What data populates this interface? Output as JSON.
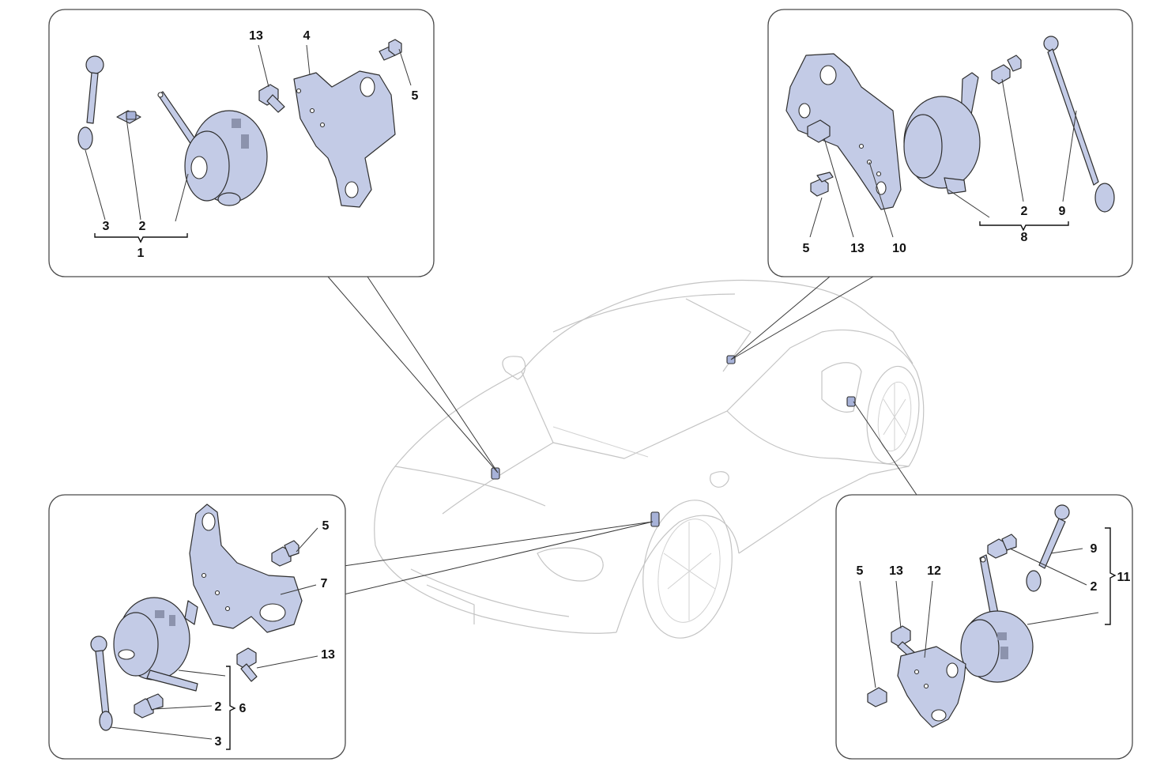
{
  "palette": {
    "part_fill": "#c3cbe6",
    "outline": "#2e2e2e",
    "car_outline": "#c4c4c4",
    "panel_border": "#4a4a4a"
  },
  "panels": {
    "top_left": {
      "labels": {
        "n3": "3",
        "n2": "2",
        "n1": "1",
        "n13": "13",
        "n4": "4",
        "n5": "5"
      }
    },
    "top_right": {
      "labels": {
        "n2": "2",
        "n9": "9",
        "n8": "8",
        "n5": "5",
        "n13": "13",
        "n10": "10"
      }
    },
    "bottom_left": {
      "labels": {
        "n5": "5",
        "n7": "7",
        "n13": "13",
        "n2": "2",
        "n6": "6",
        "n3": "3"
      }
    },
    "bottom_right": {
      "labels": {
        "n5": "5",
        "n13": "13",
        "n12": "12",
        "n9": "9",
        "n2": "2",
        "n11": "11"
      }
    }
  }
}
